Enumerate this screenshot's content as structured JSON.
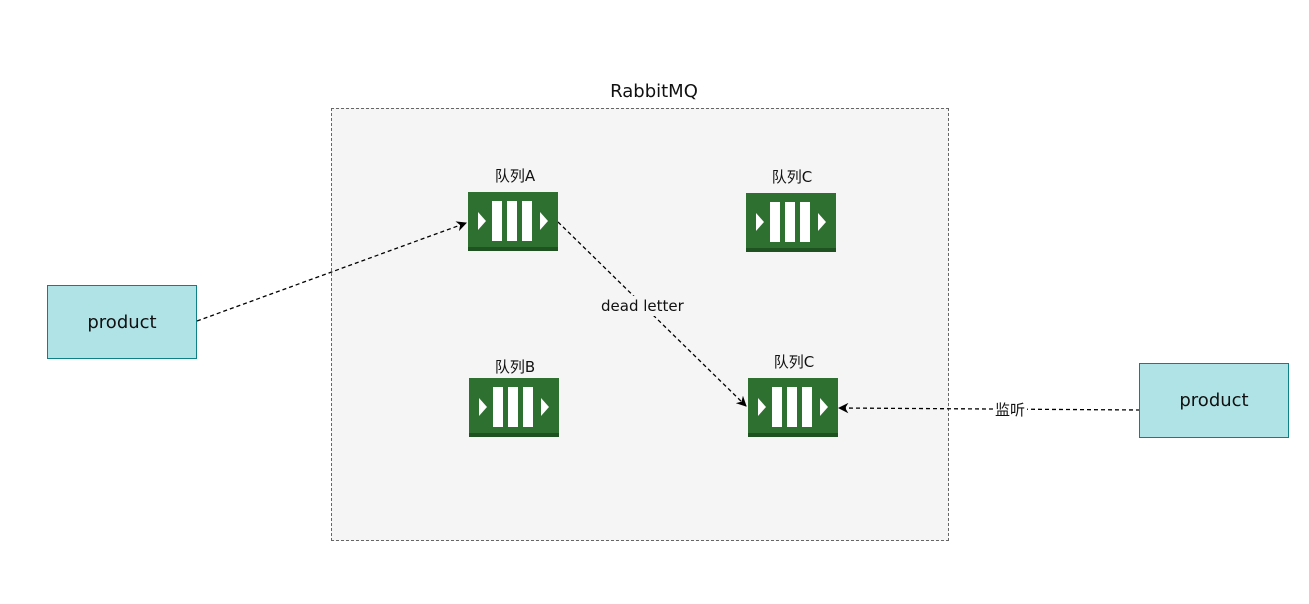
{
  "broker": {
    "title": "RabbitMQ"
  },
  "producers": [
    {
      "label": "product"
    },
    {
      "label": "product"
    }
  ],
  "queues": [
    {
      "label": "队列A"
    },
    {
      "label": "队列C"
    },
    {
      "label": "队列B"
    },
    {
      "label": "队列C"
    }
  ],
  "edges": {
    "dead_letter": "dead letter",
    "listen": "监听"
  },
  "colors": {
    "queue_fill": "#2d7030",
    "queue_dark": "#1f5221",
    "box_fill": "#b0e3e6",
    "box_border": "#0e8088",
    "container_fill": "#f5f5f5"
  }
}
